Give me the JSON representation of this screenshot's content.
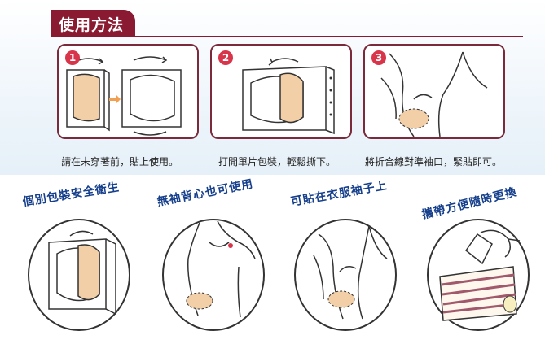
{
  "header": {
    "title": "使用方法"
  },
  "steps": [
    {
      "number": "1",
      "caption": "請在未穿著前，貼上使用。"
    },
    {
      "number": "2",
      "caption": "打開單片包裝，輕鬆撕下。"
    },
    {
      "number": "3",
      "caption": "將折合線對準袖口，緊貼即可。"
    }
  ],
  "benefits": [
    {
      "label": "個別包裝安全衛生"
    },
    {
      "label": "無袖背心也可使用"
    },
    {
      "label": "可貼在衣服袖子上"
    },
    {
      "label": "攜帶方便隨時更換"
    }
  ],
  "colors": {
    "title_bg": "#8a1a32",
    "frame": "#7a2a3a",
    "number_badge": "#d8344a",
    "benefit_text": "#163f8c",
    "pad": "#f2cfa6"
  }
}
